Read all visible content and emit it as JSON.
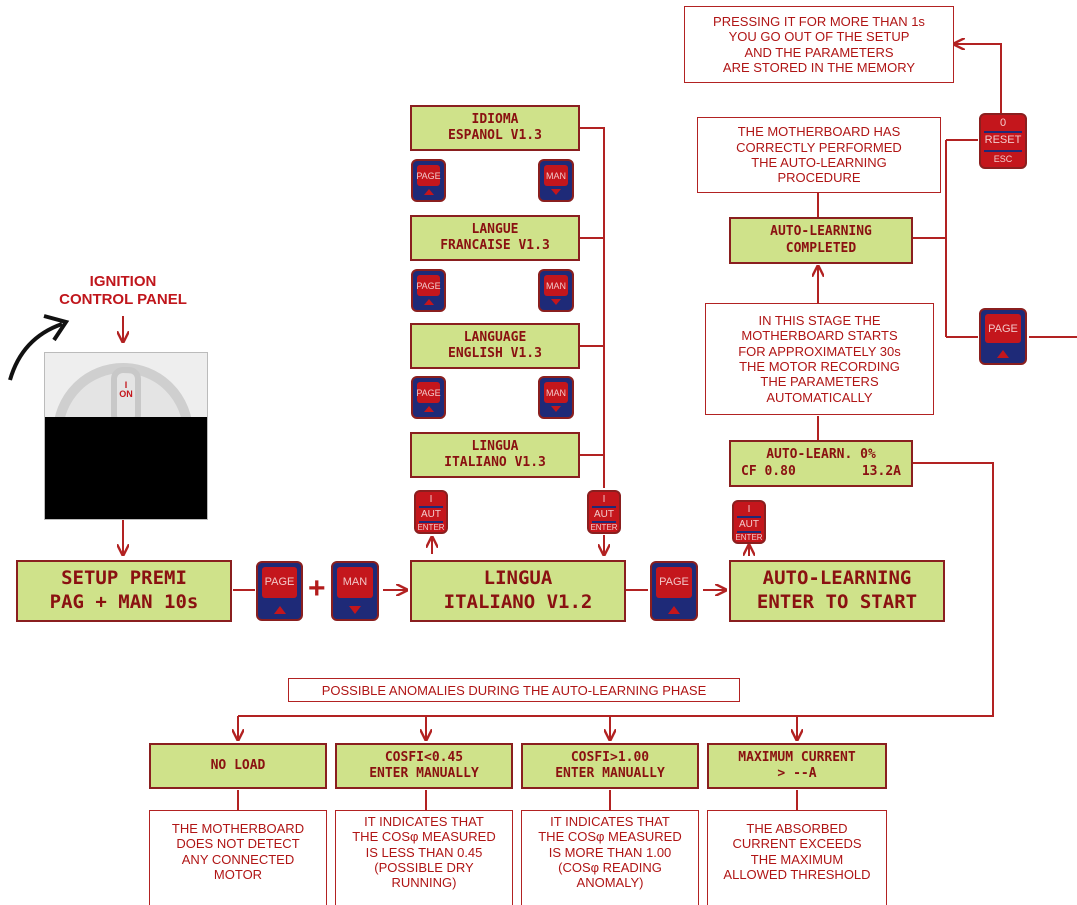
{
  "colors": {
    "lcd_bg": "#cfe28a",
    "lcd_text": "#8a1111",
    "line": "#b22222",
    "button_blue": "#1e2a78",
    "button_red": "#c4161c"
  },
  "ignition": {
    "heading_line1": "IGNITION",
    "heading_line2": "CONTROL PANEL",
    "switch_label": "ON",
    "switch_mark": "I"
  },
  "screens": {
    "setup": {
      "line1": "SETUP PREMI",
      "line2": "PAG + MAN 10s"
    },
    "lingua_main": {
      "line1": "LINGUA",
      "line2": "ITALIANO V1.2"
    },
    "autolearn_start": {
      "line1": "AUTO-LEARNING",
      "line2": "ENTER TO START"
    },
    "lang_es": {
      "line1": "IDIOMA",
      "line2": "ESPANOL V1.3"
    },
    "lang_fr": {
      "line1": "LANGUE",
      "line2": "FRANCAISE V1.3"
    },
    "lang_en": {
      "line1": "LANGUAGE",
      "line2": "ENGLISH V1.3"
    },
    "lang_it": {
      "line1": "LINGUA",
      "line2": "ITALIANO V1.3"
    },
    "autolearn_progress": {
      "line1": "AUTO-LEARN. 0%",
      "line2_left": "CF 0.80",
      "line2_right": "13.2A"
    },
    "autolearn_done": {
      "line1": "AUTO-LEARNING",
      "line2": "COMPLETED"
    },
    "no_load": {
      "line1": "NO LOAD"
    },
    "cosfi_low": {
      "line1": "COSFI<0.45",
      "line2": "ENTER MANUALLY"
    },
    "cosfi_high": {
      "line1": "COSFI>1.00",
      "line2": "ENTER MANUALLY"
    },
    "max_current": {
      "line1": "MAXIMUM CURRENT",
      "line2": "> --A"
    }
  },
  "buttons": {
    "page": "PAGE",
    "man": "MAN",
    "enter_top": "I",
    "enter_mid": "AUT",
    "enter_bottom": "ENTER",
    "reset_top": "0",
    "reset_mid": "RESET",
    "reset_bottom": "ESC"
  },
  "plus_sign": "+",
  "notes": {
    "exit_setup": [
      "PRESSING IT FOR MORE THAN 1s",
      "YOU GO OUT OF THE SETUP",
      "AND THE PARAMETERS",
      "ARE STORED IN THE MEMORY"
    ],
    "performed": [
      "THE MOTHERBOARD HAS",
      "CORRECTLY PERFORMED",
      "THE AUTO-LEARNING",
      "PROCEDURE"
    ],
    "stage": [
      "IN THIS STAGE THE",
      "MOTHERBOARD STARTS",
      "FOR APPROXIMATELY 30s",
      "THE MOTOR RECORDING",
      "THE PARAMETERS",
      "AUTOMATICALLY"
    ],
    "anomalies_title": "POSSIBLE ANOMALIES DURING THE AUTO-LEARNING PHASE",
    "no_load_desc": [
      "THE MOTHERBOARD",
      "DOES NOT DETECT",
      "ANY CONNECTED",
      "MOTOR"
    ],
    "cosfi_low_desc": [
      "IT INDICATES THAT",
      "THE COSφ MEASURED",
      "IS LESS THAN 0.45",
      "(POSSIBLE DRY",
      "RUNNING)"
    ],
    "cosfi_high_desc": [
      "IT INDICATES THAT",
      "THE COSφ MEASURED",
      "IS MORE THAN 1.00",
      "(COSφ READING",
      "ANOMALY)"
    ],
    "max_current_desc": [
      "THE ABSORBED",
      "CURRENT EXCEEDS",
      "THE MAXIMUM",
      "ALLOWED THRESHOLD"
    ]
  }
}
